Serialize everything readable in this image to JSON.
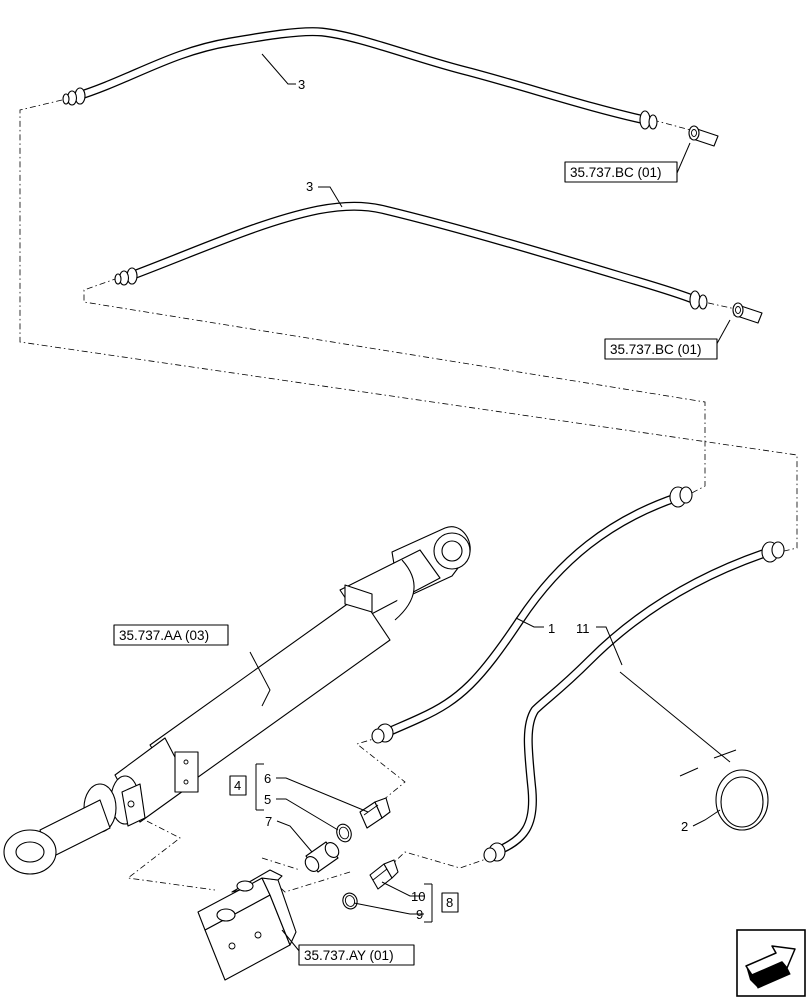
{
  "callouts": {
    "c1": "1",
    "c2": "2",
    "c3a": "3",
    "c3b": "3",
    "c4": "4",
    "c5": "5",
    "c6": "6",
    "c7": "7",
    "c8": "8",
    "c9": "9",
    "c10": "10",
    "c11": "11"
  },
  "references": {
    "ref_bc_top": "35.737.BC (01)",
    "ref_bc_mid": "35.737.BC (01)",
    "ref_aa": "35.737.AA (03)",
    "ref_ay": "35.737.AY (01)"
  },
  "icons": {
    "nav": "arrow-navigation-icon"
  }
}
